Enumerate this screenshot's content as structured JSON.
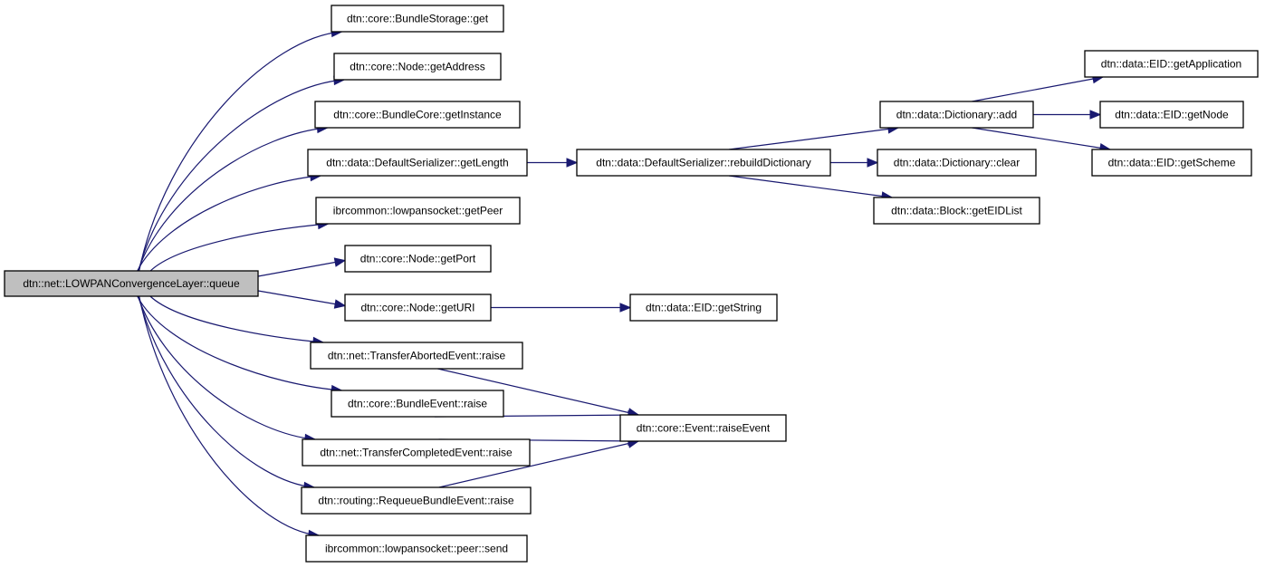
{
  "graph": {
    "title": "Call graph of dtn::net::LOWPANConvergenceLayer::queue",
    "edge_color": "#191970",
    "root_fill": "#bfbfbf",
    "nodes": [
      {
        "id": "queue",
        "label": "dtn::net::LOWPANConvergenceLayer::queue",
        "root": true
      },
      {
        "id": "bs_get",
        "label": "dtn::core::BundleStorage::get"
      },
      {
        "id": "node_getAddress",
        "label": "dtn::core::Node::getAddress"
      },
      {
        "id": "bc_getInstance",
        "label": "dtn::core::BundleCore::getInstance"
      },
      {
        "id": "ds_getLength",
        "label": "dtn::data::DefaultSerializer::getLength"
      },
      {
        "id": "lp_getPeer",
        "label": "ibrcommon::lowpansocket::getPeer"
      },
      {
        "id": "node_getPort",
        "label": "dtn::core::Node::getPort"
      },
      {
        "id": "node_getURI",
        "label": "dtn::core::Node::getURI"
      },
      {
        "id": "tae_raise",
        "label": "dtn::net::TransferAbortedEvent::raise"
      },
      {
        "id": "be_raise",
        "label": "dtn::core::BundleEvent::raise"
      },
      {
        "id": "tce_raise",
        "label": "dtn::net::TransferCompletedEvent::raise"
      },
      {
        "id": "rbe_raise",
        "label": "dtn::routing::RequeueBundleEvent::raise"
      },
      {
        "id": "peer_send",
        "label": "ibrcommon::lowpansocket::peer::send"
      },
      {
        "id": "ds_rebuild",
        "label": "dtn::data::DefaultSerializer::rebuildDictionary"
      },
      {
        "id": "eid_getString",
        "label": "dtn::data::EID::getString"
      },
      {
        "id": "ev_raiseEvent",
        "label": "dtn::core::Event::raiseEvent"
      },
      {
        "id": "dict_add",
        "label": "dtn::data::Dictionary::add"
      },
      {
        "id": "dict_clear",
        "label": "dtn::data::Dictionary::clear"
      },
      {
        "id": "block_getEIDList",
        "label": "dtn::data::Block::getEIDList"
      },
      {
        "id": "eid_getApplication",
        "label": "dtn::data::EID::getApplication"
      },
      {
        "id": "eid_getNode",
        "label": "dtn::data::EID::getNode"
      },
      {
        "id": "eid_getScheme",
        "label": "dtn::data::EID::getScheme"
      }
    ],
    "edges": [
      {
        "from": "queue",
        "to": "bs_get"
      },
      {
        "from": "queue",
        "to": "node_getAddress"
      },
      {
        "from": "queue",
        "to": "bc_getInstance"
      },
      {
        "from": "queue",
        "to": "ds_getLength"
      },
      {
        "from": "queue",
        "to": "lp_getPeer"
      },
      {
        "from": "queue",
        "to": "node_getPort"
      },
      {
        "from": "queue",
        "to": "node_getURI"
      },
      {
        "from": "queue",
        "to": "tae_raise"
      },
      {
        "from": "queue",
        "to": "be_raise"
      },
      {
        "from": "queue",
        "to": "tce_raise"
      },
      {
        "from": "queue",
        "to": "rbe_raise"
      },
      {
        "from": "queue",
        "to": "peer_send"
      },
      {
        "from": "ds_getLength",
        "to": "ds_rebuild"
      },
      {
        "from": "ds_rebuild",
        "to": "dict_add"
      },
      {
        "from": "ds_rebuild",
        "to": "dict_clear"
      },
      {
        "from": "ds_rebuild",
        "to": "block_getEIDList"
      },
      {
        "from": "dict_add",
        "to": "eid_getApplication"
      },
      {
        "from": "dict_add",
        "to": "eid_getNode"
      },
      {
        "from": "dict_add",
        "to": "eid_getScheme"
      },
      {
        "from": "node_getURI",
        "to": "eid_getString"
      },
      {
        "from": "tae_raise",
        "to": "ev_raiseEvent"
      },
      {
        "from": "be_raise",
        "to": "ev_raiseEvent"
      },
      {
        "from": "tce_raise",
        "to": "ev_raiseEvent"
      },
      {
        "from": "rbe_raise",
        "to": "ev_raiseEvent"
      }
    ]
  }
}
